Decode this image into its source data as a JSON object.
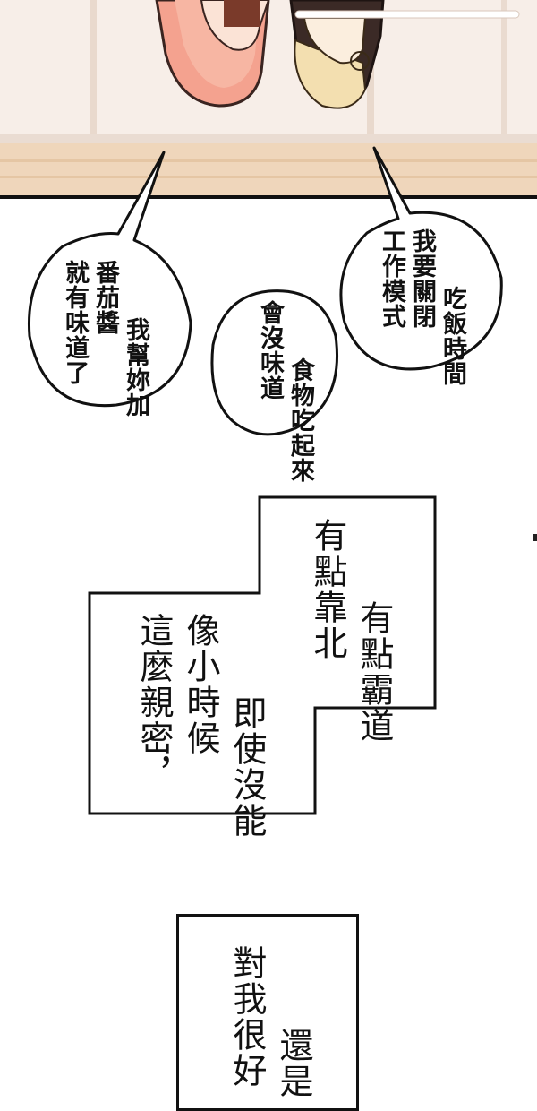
{
  "bubbles": {
    "left": {
      "columns": [
        "我幫妳加",
        "番茄醬",
        "就有味道了"
      ]
    },
    "right_top": {
      "columns": [
        "吃飯時間",
        "我要關閉",
        "工作模式"
      ]
    },
    "right_bottom": {
      "columns": [
        "食物吃起來",
        "會沒味道"
      ]
    }
  },
  "narration": {
    "box1": {
      "columns": [
        "有點霸道",
        "有點靠北"
      ]
    },
    "box2": {
      "columns": [
        "即使沒能",
        "像小時候",
        "這麼親密，"
      ]
    },
    "box3": {
      "columns": [
        "還是",
        "對我很好"
      ]
    }
  }
}
